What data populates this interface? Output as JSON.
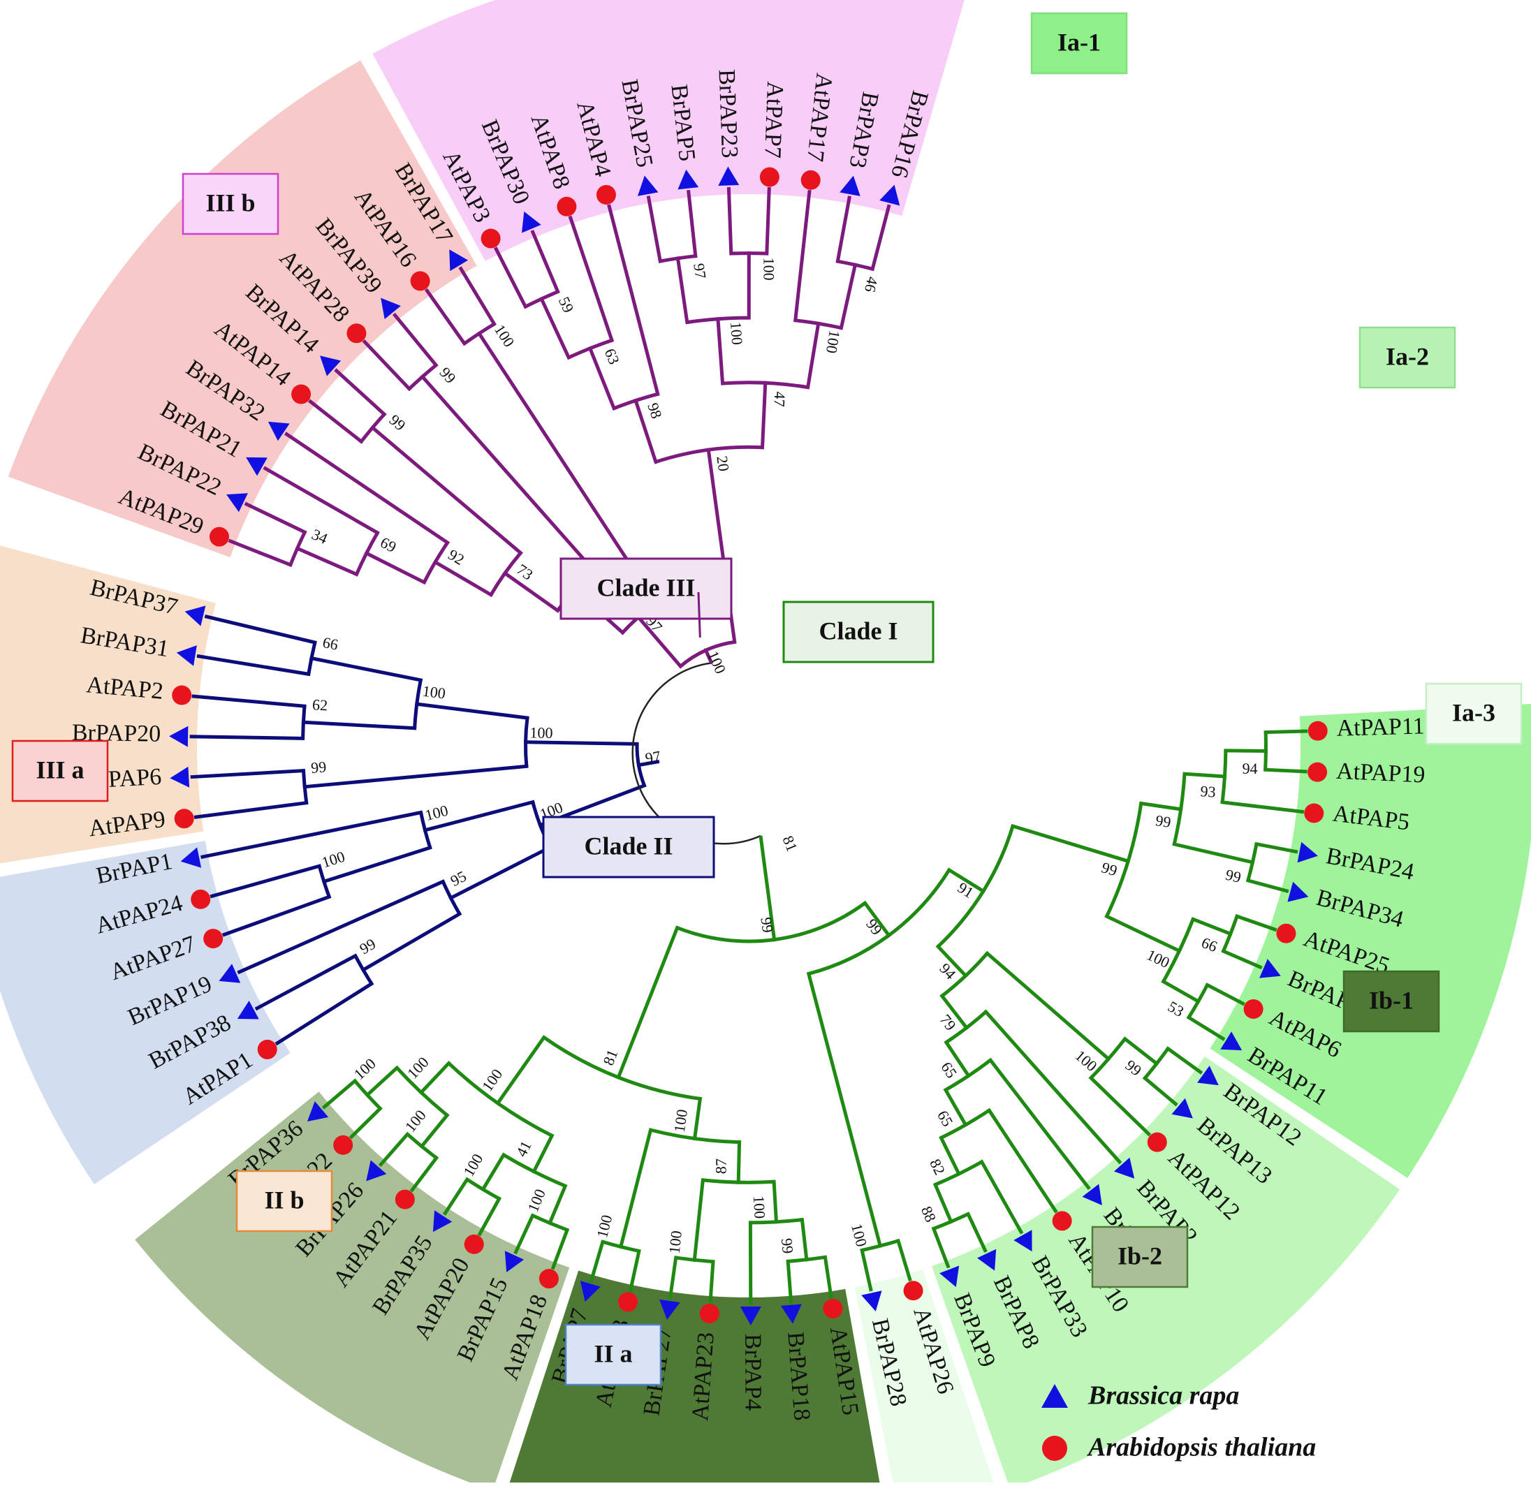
{
  "colors": {
    "brassica": "#1010e0",
    "arabidopsis": "#e8141c",
    "clade_I": "#1f8a12",
    "clade_II": "#0d0d7a",
    "clade_III": "#7d1a7d",
    "root": "#222222"
  },
  "legend": [
    {
      "marker": "triangle",
      "color": "#1010e0",
      "label": "Brassica rapa"
    },
    {
      "marker": "circle",
      "color": "#e8141c",
      "label": "Arabidopsis thaliana"
    }
  ],
  "clades": [
    {
      "id": "clade1",
      "label": "Clade I",
      "color": "#1f8a12",
      "fill": "#e8f3e6"
    },
    {
      "id": "clade2",
      "label": "Clade II",
      "color": "#0d0d7a",
      "fill": "#e4e6f3"
    },
    {
      "id": "clade3",
      "label": "Clade III",
      "color": "#7d1a7d",
      "fill": "#f3e4f3"
    }
  ],
  "subgroups": [
    {
      "label": "Ia-1",
      "fill": "#9ff39a",
      "box_fill": "#8ff08a",
      "box_stroke": "#7ee07a"
    },
    {
      "label": "Ia-2",
      "fill": "#bff7bb",
      "box_fill": "#b8f3b5",
      "box_stroke": "#8fe08a"
    },
    {
      "label": "Ia-3",
      "fill": "#eafcea",
      "box_fill": "#effcef",
      "box_stroke": "#c8eec8"
    },
    {
      "label": "Ib-1",
      "fill": "#4f7a36",
      "box_fill": "#4f7a36",
      "box_stroke": "#3f6a28"
    },
    {
      "label": "Ib-2",
      "fill": "#a9bf96",
      "box_fill": "#a9bf96",
      "box_stroke": "#4f7a36"
    },
    {
      "label": "II a",
      "fill": "#d2ddf0",
      "box_fill": "#d9e3f4",
      "box_stroke": "#4f7fc6"
    },
    {
      "label": "II b",
      "fill": "#f7dfc9",
      "box_fill": "#f9e6d4",
      "box_stroke": "#e58a3a"
    },
    {
      "label": "III a",
      "fill": "#f8c9c9",
      "box_fill": "#fbd2d2",
      "box_stroke": "#e11a1a"
    },
    {
      "label": "III b",
      "fill": "#f8cdf8",
      "box_fill": "#fbd6fb",
      "box_stroke": "#d040d0"
    }
  ],
  "leaves": [
    {
      "name": "AtPAP11",
      "species": "arabidopsis",
      "group": "Ia-1"
    },
    {
      "name": "AtPAP19",
      "species": "arabidopsis",
      "group": "Ia-1"
    },
    {
      "name": "AtPAP5",
      "species": "arabidopsis",
      "group": "Ia-1"
    },
    {
      "name": "BrPAP24",
      "species": "brassica",
      "group": "Ia-1"
    },
    {
      "name": "BrPAP34",
      "species": "brassica",
      "group": "Ia-1"
    },
    {
      "name": "AtPAP25",
      "species": "arabidopsis",
      "group": "Ia-1"
    },
    {
      "name": "BrPAP29",
      "species": "brassica",
      "group": "Ia-1"
    },
    {
      "name": "AtPAP6",
      "species": "arabidopsis",
      "group": "Ia-1"
    },
    {
      "name": "BrPAP11",
      "species": "brassica",
      "group": "Ia-1"
    },
    {
      "name": "BrPAP12",
      "species": "brassica",
      "group": "Ia-2"
    },
    {
      "name": "BrPAP13",
      "species": "brassica",
      "group": "Ia-2"
    },
    {
      "name": "AtPAP12",
      "species": "arabidopsis",
      "group": "Ia-2"
    },
    {
      "name": "BrPAP2",
      "species": "brassica",
      "group": "Ia-2"
    },
    {
      "name": "BrPAP10",
      "species": "brassica",
      "group": "Ia-2"
    },
    {
      "name": "AtPAP10",
      "species": "arabidopsis",
      "group": "Ia-2"
    },
    {
      "name": "BrPAP33",
      "species": "brassica",
      "group": "Ia-2"
    },
    {
      "name": "BrPAP8",
      "species": "brassica",
      "group": "Ia-2"
    },
    {
      "name": "BrPAP9",
      "species": "brassica",
      "group": "Ia-2"
    },
    {
      "name": "AtPAP26",
      "species": "arabidopsis",
      "group": "Ia-3"
    },
    {
      "name": "BrPAP28",
      "species": "brassica",
      "group": "Ia-3"
    },
    {
      "name": "AtPAP15",
      "species": "arabidopsis",
      "group": "Ib-1"
    },
    {
      "name": "BrPAP18",
      "species": "brassica",
      "group": "Ib-1"
    },
    {
      "name": "BrPAP4",
      "species": "brassica",
      "group": "Ib-1"
    },
    {
      "name": "AtPAP23",
      "species": "arabidopsis",
      "group": "Ib-1"
    },
    {
      "name": "BrPAP27",
      "species": "brassica",
      "group": "Ib-1"
    },
    {
      "name": "AtPAP13",
      "species": "arabidopsis",
      "group": "Ib-1"
    },
    {
      "name": "BrPAP7",
      "species": "brassica",
      "group": "Ib-1"
    },
    {
      "name": "AtPAP18",
      "species": "arabidopsis",
      "group": "Ib-2"
    },
    {
      "name": "BrPAP15",
      "species": "brassica",
      "group": "Ib-2"
    },
    {
      "name": "AtPAP20",
      "species": "arabidopsis",
      "group": "Ib-2"
    },
    {
      "name": "BrPAP35",
      "species": "brassica",
      "group": "Ib-2"
    },
    {
      "name": "AtPAP21",
      "species": "arabidopsis",
      "group": "Ib-2"
    },
    {
      "name": "BrPAP26",
      "species": "brassica",
      "group": "Ib-2"
    },
    {
      "name": "AtPAP22",
      "species": "arabidopsis",
      "group": "Ib-2"
    },
    {
      "name": "BrPAP36",
      "species": "brassica",
      "group": "Ib-2"
    },
    {
      "name": "AtPAP1",
      "species": "arabidopsis",
      "group": "II a"
    },
    {
      "name": "BrPAP38",
      "species": "brassica",
      "group": "II a"
    },
    {
      "name": "BrPAP19",
      "species": "brassica",
      "group": "II a"
    },
    {
      "name": "AtPAP27",
      "species": "arabidopsis",
      "group": "II a"
    },
    {
      "name": "AtPAP24",
      "species": "arabidopsis",
      "group": "II a"
    },
    {
      "name": "BrPAP1",
      "species": "brassica",
      "group": "II a"
    },
    {
      "name": "AtPAP9",
      "species": "arabidopsis",
      "group": "II b"
    },
    {
      "name": "BrPAP6",
      "species": "brassica",
      "group": "II b"
    },
    {
      "name": "BrPAP20",
      "species": "brassica",
      "group": "II b"
    },
    {
      "name": "AtPAP2",
      "species": "arabidopsis",
      "group": "II b"
    },
    {
      "name": "BrPAP31",
      "species": "brassica",
      "group": "II b"
    },
    {
      "name": "BrPAP37",
      "species": "brassica",
      "group": "II b"
    },
    {
      "name": "AtPAP29",
      "species": "arabidopsis",
      "group": "III a"
    },
    {
      "name": "BrPAP22",
      "species": "brassica",
      "group": "III a"
    },
    {
      "name": "BrPAP21",
      "species": "brassica",
      "group": "III a"
    },
    {
      "name": "BrPAP32",
      "species": "brassica",
      "group": "III a"
    },
    {
      "name": "AtPAP14",
      "species": "arabidopsis",
      "group": "III a"
    },
    {
      "name": "BrPAP14",
      "species": "brassica",
      "group": "III a"
    },
    {
      "name": "AtPAP28",
      "species": "arabidopsis",
      "group": "III a"
    },
    {
      "name": "BrPAP39",
      "species": "brassica",
      "group": "III a"
    },
    {
      "name": "AtPAP16",
      "species": "arabidopsis",
      "group": "III a"
    },
    {
      "name": "BrPAP17",
      "species": "brassica",
      "group": "III a"
    },
    {
      "name": "AtPAP3",
      "species": "arabidopsis",
      "group": "III b"
    },
    {
      "name": "BrPAP30",
      "species": "brassica",
      "group": "III b"
    },
    {
      "name": "AtPAP8",
      "species": "arabidopsis",
      "group": "III b"
    },
    {
      "name": "AtPAP4",
      "species": "arabidopsis",
      "group": "III b"
    },
    {
      "name": "BrPAP25",
      "species": "brassica",
      "group": "III b"
    },
    {
      "name": "BrPAP5",
      "species": "brassica",
      "group": "III b"
    },
    {
      "name": "BrPAP23",
      "species": "brassica",
      "group": "III b"
    },
    {
      "name": "AtPAP7",
      "species": "arabidopsis",
      "group": "III b"
    },
    {
      "name": "AtPAP17",
      "species": "arabidopsis",
      "group": "III b"
    },
    {
      "name": "BrPAP3",
      "species": "brassica",
      "group": "III b"
    },
    {
      "name": "BrPAP16",
      "species": "brassica",
      "group": "III b"
    }
  ],
  "tree": {
    "root_support": "81",
    "clade1": {
      "support": "99",
      "children": [
        {
          "support": "99",
          "children": [
            {
              "support": "91",
              "children": [
                {
                  "support": "99",
                  "children": [
                    {
                      "support": "99",
                      "children": [
                        {
                          "support": "93",
                          "children": [
                            {
                              "support": "94",
                              "children": [
                                "AtPAP11",
                                "AtPAP19"
                              ]
                            },
                            "AtPAP5"
                          ]
                        },
                        {
                          "support": "99",
                          "children": [
                            "BrPAP24",
                            "BrPAP34"
                          ]
                        }
                      ]
                    },
                    {
                      "support": "100",
                      "children": [
                        {
                          "support": "66",
                          "children": [
                            "AtPAP25",
                            "BrPAP29"
                          ]
                        },
                        {
                          "support": "53",
                          "children": [
                            "AtPAP6",
                            "BrPAP11"
                          ]
                        }
                      ]
                    }
                  ]
                },
                {
                  "support": "94",
                  "children": [
                    {
                      "support": "100",
                      "children": [
                        {
                          "support": "99",
                          "children": [
                            "BrPAP12",
                            "BrPAP13"
                          ]
                        },
                        "AtPAP12"
                      ]
                    },
                    {
                      "support": "79",
                      "children": [
                        "BrPAP2",
                        {
                          "support": "65",
                          "children": [
                            "BrPAP10",
                            {
                              "support": "65",
                              "children": [
                                "AtPAP10",
                                {
                                  "support": "82",
                                  "children": [
                                    "BrPAP33",
                                    {
                                      "support": "88",
                                      "children": [
                                        "BrPAP8",
                                        "BrPAP9"
                                      ]
                                    }
                                  ]
                                }
                              ]
                            }
                          ]
                        }
                      ]
                    }
                  ]
                }
              ]
            },
            {
              "support": "100",
              "children": [
                "AtPAP26",
                "BrPAP28"
              ]
            }
          ]
        },
        {
          "support": "81",
          "children": [
            {
              "support": "100",
              "children": [
                {
                  "support": "87",
                  "children": [
                    {
                      "support": "100",
                      "children": [
                        {
                          "support": "99",
                          "children": [
                            "AtPAP15",
                            "BrPAP18"
                          ]
                        },
                        "BrPAP4"
                      ]
                    },
                    {
                      "support": "100",
                      "children": [
                        "AtPAP23",
                        "BrPAP27"
                      ]
                    }
                  ]
                },
                {
                  "support": "100",
                  "children": [
                    "AtPAP13",
                    "BrPAP7"
                  ]
                }
              ]
            },
            {
              "support": "100",
              "children": [
                {
                  "support": "41",
                  "children": [
                    {
                      "support": "100",
                      "children": [
                        "AtPAP18",
                        "BrPAP15"
                      ]
                    },
                    {
                      "support": "100",
                      "children": [
                        "AtPAP20",
                        "BrPAP35"
                      ]
                    }
                  ]
                },
                {
                  "support": "100",
                  "children": [
                    {
                      "support": "100",
                      "children": [
                        "AtPAP21",
                        "BrPAP26"
                      ]
                    },
                    {
                      "support": "100",
                      "children": [
                        "AtPAP22",
                        "BrPAP36"
                      ]
                    }
                  ]
                }
              ]
            }
          ]
        }
      ]
    },
    "clade2": {
      "support": "97",
      "children": [
        {
          "support": "100",
          "children": [
            {
              "support": "95",
              "children": [
                {
                  "support": "99",
                  "children": [
                    "AtPAP1",
                    "BrPAP38"
                  ]
                },
                "BrPAP19"
              ]
            },
            {
              "support": "100",
              "children": [
                {
                  "support": "100",
                  "children": [
                    "AtPAP27",
                    "AtPAP24"
                  ]
                },
                "BrPAP1"
              ]
            }
          ]
        },
        {
          "support": "100",
          "children": [
            {
              "support": "99",
              "children": [
                "AtPAP9",
                "BrPAP6"
              ]
            },
            {
              "support": "100",
              "children": [
                {
                  "support": "62",
                  "children": [
                    "BrPAP20",
                    "AtPAP2"
                  ]
                },
                {
                  "support": "66",
                  "children": [
                    "BrPAP31",
                    "BrPAP37"
                  ]
                }
              ]
            }
          ]
        }
      ]
    },
    "clade3": {
      "support": "100",
      "children": [
        {
          "support": "97",
          "children": [
            {
              "support": "99",
              "children": [
                {
                  "support": "73",
                  "children": [
                    {
                      "support": "92",
                      "children": [
                        {
                          "support": "69",
                          "children": [
                            {
                              "support": "34",
                              "children": [
                                "AtPAP29",
                                "BrPAP22"
                              ]
                            },
                            "BrPAP21"
                          ]
                        },
                        "BrPAP32"
                      ]
                    },
                    {
                      "support": "99",
                      "children": [
                        "AtPAP14",
                        "BrPAP14"
                      ]
                    }
                  ]
                },
                {
                  "support": "99",
                  "children": [
                    "AtPAP28",
                    "BrPAP39"
                  ]
                }
              ]
            },
            {
              "support": "100",
              "children": [
                "AtPAP16",
                "BrPAP17"
              ]
            }
          ]
        },
        {
          "support": "20",
          "children": [
            {
              "support": "98",
              "children": [
                {
                  "support": "63",
                  "children": [
                    {
                      "support": "59",
                      "children": [
                        "AtPAP3",
                        "BrPAP30"
                      ]
                    },
                    "AtPAP8"
                  ]
                },
                "AtPAP4"
              ]
            },
            {
              "support": "47",
              "children": [
                {
                  "support": "100",
                  "children": [
                    {
                      "support": "97",
                      "children": [
                        "BrPAP25",
                        "BrPAP5"
                      ]
                    },
                    {
                      "support": "100",
                      "children": [
                        "BrPAP23",
                        "AtPAP7"
                      ]
                    }
                  ]
                },
                {
                  "support": "100",
                  "children": [
                    "AtPAP17",
                    {
                      "support": "46",
                      "children": [
                        "BrPAP3",
                        "BrPAP16"
                      ]
                    }
                  ]
                }
              ]
            }
          ]
        }
      ]
    }
  }
}
